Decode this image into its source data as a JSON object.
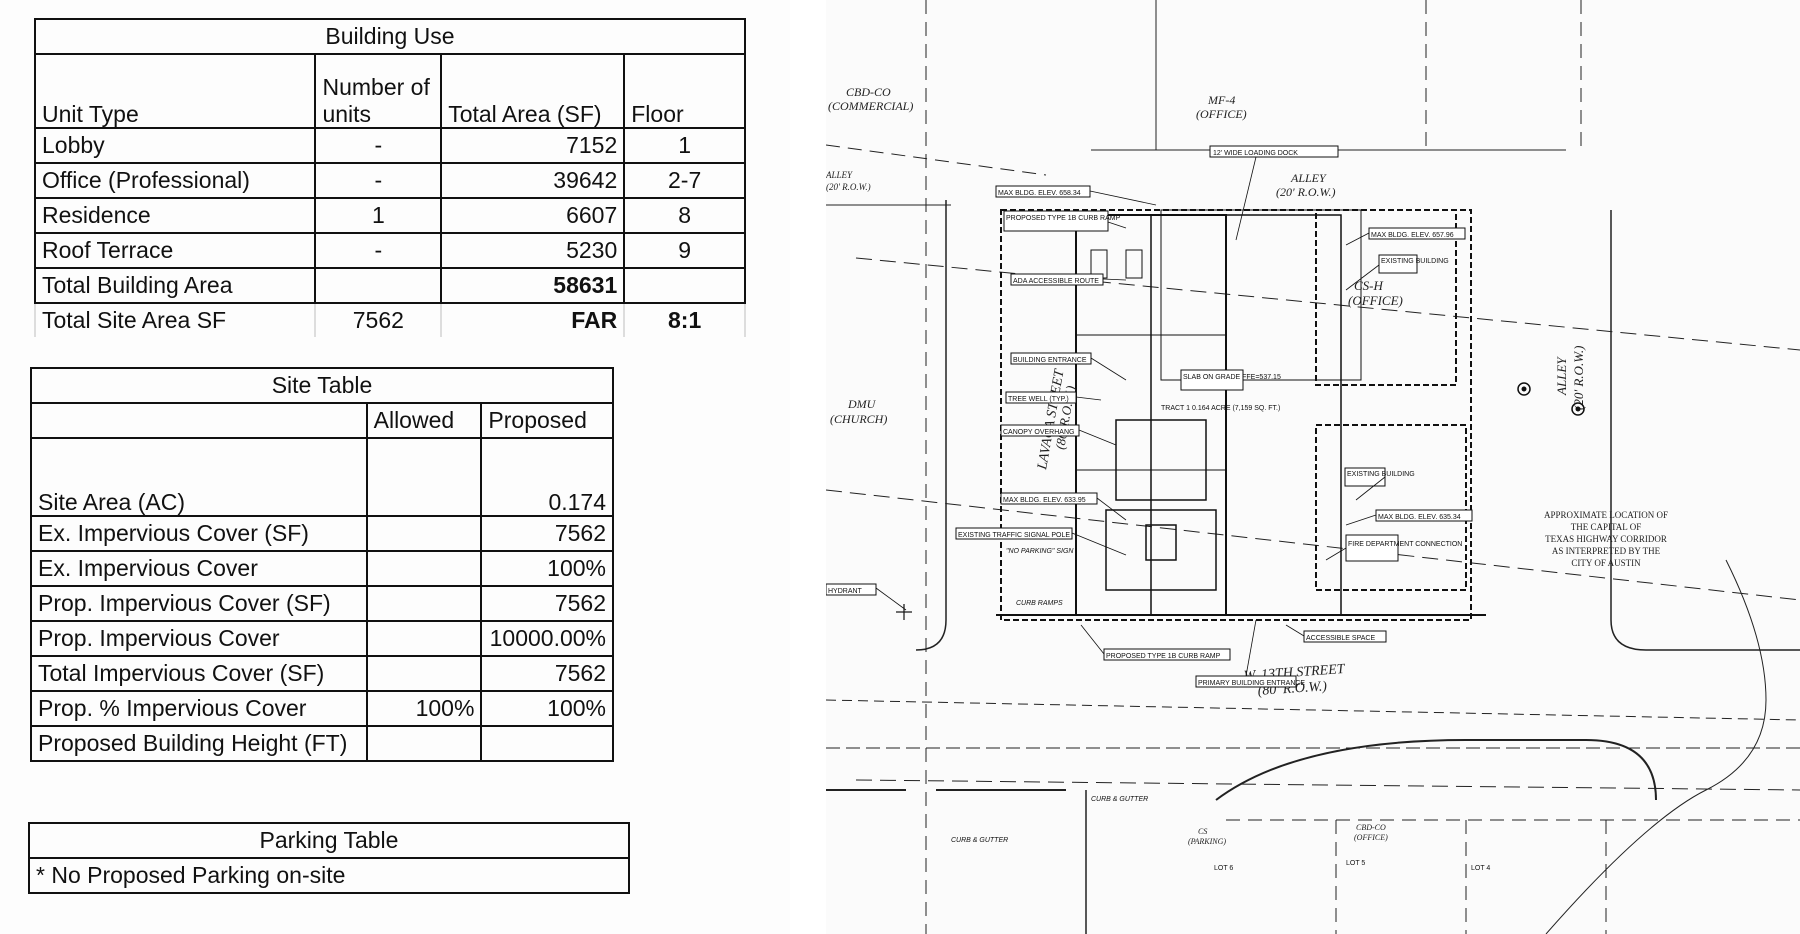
{
  "building_use": {
    "title": "Building Use",
    "headers": [
      "Unit Type",
      "Number of units",
      "Total Area (SF)",
      "Floor"
    ],
    "header_units_line1": "Number of",
    "header_units_line2": "units",
    "rows": [
      {
        "type": "Lobby",
        "units": "-",
        "area": "7152",
        "floor": "1"
      },
      {
        "type": "Office (Professional)",
        "units": "-",
        "area": "39642",
        "floor": "2-7"
      },
      {
        "type": "Residence",
        "units": "1",
        "area": "6607",
        "floor": "8"
      },
      {
        "type": "Roof Terrace",
        "units": "-",
        "area": "5230",
        "floor": "9"
      }
    ],
    "total_label": "Total Building Area",
    "total_value": "58631",
    "site_area_label": "Total Site Area  SF",
    "site_area_value": "7562",
    "far_label": "FAR",
    "far_value": "8:1"
  },
  "site_table": {
    "title": "Site Table",
    "col_allowed": "Allowed",
    "col_proposed": "Proposed",
    "rows": [
      {
        "label": "Site Area (AC)",
        "allowed": "",
        "proposed": "0.174"
      },
      {
        "label": "Ex. Impervious Cover (SF)",
        "allowed": "",
        "proposed": "7562"
      },
      {
        "label": "Ex. Impervious Cover",
        "allowed": "",
        "proposed": "100%"
      },
      {
        "label": "Prop. Impervious Cover (SF)",
        "allowed": "",
        "proposed": "7562"
      },
      {
        "label": "Prop. Impervious Cover",
        "allowed": "",
        "proposed": "10000.00%"
      },
      {
        "label": "Total Impervious Cover (SF)",
        "allowed": "",
        "proposed": "7562"
      },
      {
        "label": "Prop. % Impervious Cover",
        "allowed": "100%",
        "proposed": "100%"
      },
      {
        "label": "Proposed Building Height (FT)",
        "allowed": "",
        "proposed": ""
      }
    ]
  },
  "parking_table": {
    "title": "Parking Table",
    "note": "* No Proposed Parking on-site"
  },
  "site_plan": {
    "zones": {
      "cbd_co": "CBD-CO",
      "commercial": "(COMMERCIAL)",
      "mf4": "MF-4",
      "office": "(OFFICE)",
      "dmu": "DMU",
      "church": "(CHURCH)",
      "csh": "CS-H",
      "csh_office": "(OFFICE)",
      "cs": "CS",
      "parking": "(PARKING)",
      "cbd_co_bottom": "CBD-CO",
      "office_bottom": "(OFFICE)"
    },
    "streets": {
      "alley_top": "ALLEY",
      "alley_top_row": "(20' R.O.W.)",
      "alley_right": "ALLEY",
      "alley_right_row": "(20' R.O.W.)",
      "lavaca": "LAVACA STREET",
      "lavaca_row": "(80' R.O.W.)",
      "w13": "W. 13TH STREET",
      "w13_row": "(80' R.O.W.)",
      "alley_left": "ALLEY",
      "alley_left_row": "(20' R.O.W.)"
    },
    "callouts": {
      "loading_dock": "12' WIDE LOADING DOCK",
      "max_elev_1": "MAX BLDG. ELEV. 658.34",
      "curb_ramp": "PROPOSED TYPE 1B CURB RAMP",
      "ada_route": "ADA ACCESSIBLE ROUTE",
      "max_elev_2": "MAX BLDG. ELEV. 657.96",
      "existing_bldg_1": "EXISTING BUILDING",
      "bldg_entrance": "BUILDING ENTRANCE",
      "tree_well": "TREE WELL (TYP.)",
      "canopy": "CANOPY OVERHANG",
      "slab": "SLAB ON GRADE FFE=537.15",
      "tract": "TRACT 1 0.164 ACRE (7,159 SQ. FT.)",
      "max_elev_3": "MAX BLDG. ELEV. 633.95",
      "existing_bldg_2": "EXISTING BUILDING",
      "max_elev_4": "MAX BLDG. ELEV. 635.34",
      "signal_pole": "EXISTING TRAFFIC SIGNAL POLE",
      "no_parking": "\"NO PARKING\" SIGN",
      "fire_dept": "FIRE DEPARTMENT CONNECTION",
      "curb_ramps": "CURB RAMPS",
      "accessible_space": "ACCESSIBLE SPACE",
      "curb_ramp_2": "PROPOSED TYPE 1B CURB RAMP",
      "primary_entrance": "PRIMARY BUILDING ENTRANCE",
      "curb_gutter": "CURB & GUTTER",
      "curb_gutter_2": "CURB & GUTTER",
      "hydrant": "HYDRANT",
      "capitol_1": "APPROXIMATE LOCATION OF",
      "capitol_2": "THE CAPITAL OF",
      "capitol_3": "TEXAS HIGHWAY CORRIDOR",
      "capitol_4": "AS INTERPRETED BY THE",
      "capitol_5": "CITY OF AUSTIN",
      "lot_6": "LOT 6",
      "lot_5": "LOT 5",
      "lot_4": "LOT 4"
    }
  }
}
